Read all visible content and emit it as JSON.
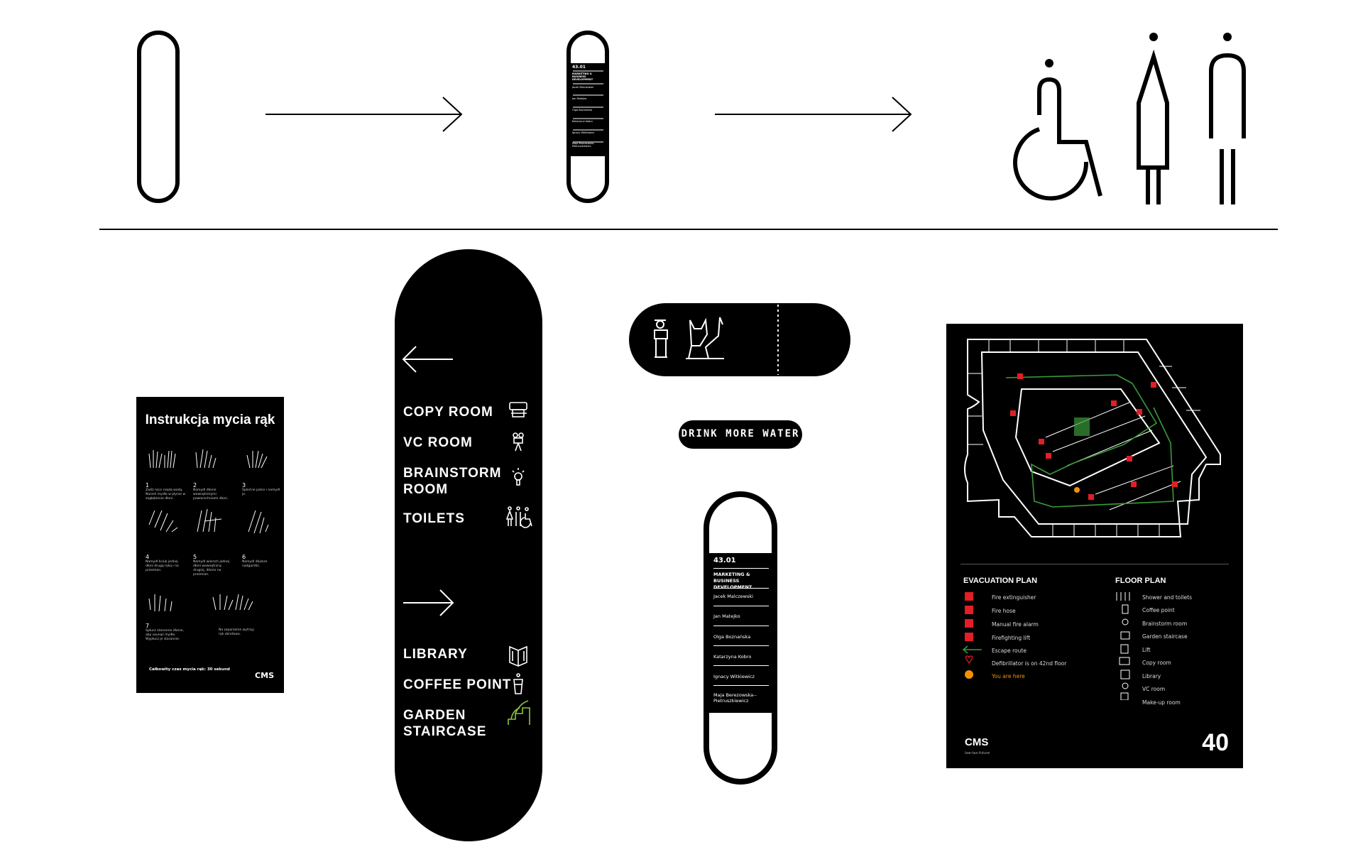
{
  "top_room_sign": {
    "number": "43.01",
    "department": "MARKETING & BUSINESS DEVELOPMENT",
    "names": [
      "Jacek Malczewski",
      "Jan Matejko",
      "Olga Boznańska",
      "Katarzyna Kobro",
      "Ignacy Witkiewicz",
      "Maja Berezowska-Pietruszkiewicz"
    ]
  },
  "pictograms": [
    "wheelchair-icon",
    "woman-icon",
    "man-icon"
  ],
  "handwash": {
    "title": "Instrukcja mycia rąk",
    "steps": [
      {
        "num": "1",
        "text": "Zwilż ręce ciepłą wodą. Nanieś mydło w płynie w zagłębienie dłoni."
      },
      {
        "num": "2",
        "text": "Namydl dłonie wewnętrznymi powierzchniami dłoni."
      },
      {
        "num": "3",
        "text": "Splećcie palce i namydl je."
      },
      {
        "num": "4",
        "text": "Namydl kciuk jednej dłoni drugą ręką i na przemian."
      },
      {
        "num": "5",
        "text": "Namydl wierzch jednej dłoni wewnętrzną drugiej, dłonie na przemian."
      },
      {
        "num": "6",
        "text": "Namydl dłuższe nadgarstki."
      },
      {
        "num": "7",
        "text": "Spłucz starannie dłonie, aby usunąć mydło. Wypłucz je starannie."
      },
      {
        "num": "",
        "text": "Na zaparzenie wytrzyj rąk obrotowo."
      }
    ],
    "footer": "Całkowity czas mycia rąk: 30 sekund",
    "logo": "CMS"
  },
  "directional": {
    "left_items": [
      {
        "label": "COPY ROOM",
        "icon": "copier-icon"
      },
      {
        "label": "VC ROOM",
        "icon": "camera-icon"
      },
      {
        "label": "BRAINSTORM ROOM",
        "icon": "lightbulb-icon"
      },
      {
        "label": "TOILETS",
        "icon": "toilets-icon"
      }
    ],
    "right_items": [
      {
        "label": "LIBRARY",
        "icon": "book-icon"
      },
      {
        "label": "COFFEE POINT",
        "icon": "coffee-icon"
      },
      {
        "label": "GARDEN STAIRCASE",
        "icon": "plant-stairs-icon"
      }
    ]
  },
  "drink_sign": "DRINK MORE WATER",
  "room_sign": {
    "number": "43.01",
    "department": "MARKETING & BUSINESS DEVELOPMENT",
    "names": [
      "Jacek Malczewski",
      "Jan Matejko",
      "Olga Boznańska",
      "Katarzyna Kobro",
      "Ignacy Witkiewicz",
      "Maja Berezowska--Pietruszkiewicz"
    ]
  },
  "floor_plan": {
    "evac_title": "EVACUATION PLAN",
    "evac_items": [
      "Fire extinguisher",
      "Fire hose",
      "Manual fire alarm",
      "Firefighting lift",
      "Escape route",
      "Defibrillator is on 42nd floor",
      "You are here"
    ],
    "floor_title": "FLOOR PLAN",
    "floor_items": [
      "Shower and toilets",
      "Coffee point",
      "Brainstorm room",
      "Garden staircase",
      "Lift",
      "Copy room",
      "Library",
      "VC room",
      "Make-up room"
    ],
    "logo": "CMS",
    "tagline": "law-tax-future",
    "number": "40",
    "colors": {
      "red": "#e31e24",
      "green": "#3a9b3a",
      "orange": "#f39200"
    }
  },
  "accent": {
    "garden_green": "#8cc63f"
  }
}
